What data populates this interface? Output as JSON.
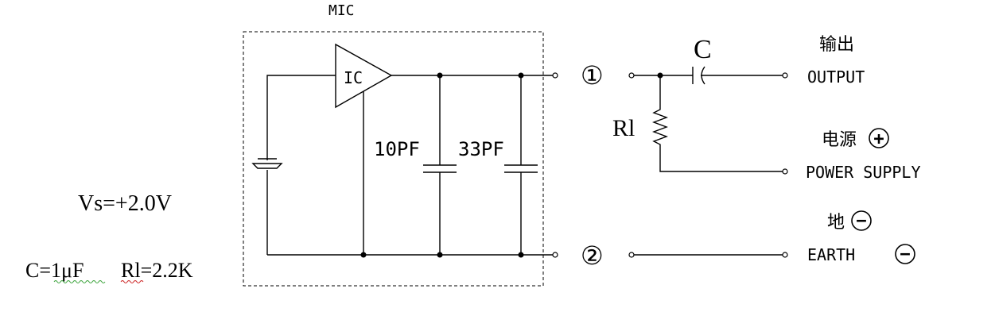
{
  "mic_label": "MIC",
  "ic_label": "IC",
  "cap1_label": "10PF",
  "cap2_label": "33PF",
  "pin1_label": "①",
  "pin2_label": "②",
  "coupling_cap_label": "C",
  "resistor_label": "Rl",
  "output": {
    "cn": "输出",
    "en": "OUTPUT"
  },
  "power": {
    "cn": "电源",
    "sign": "+",
    "en": "POWER SUPPLY"
  },
  "earth": {
    "cn": "地",
    "sign": "−",
    "en": "EARTH",
    "sign2": "−"
  },
  "vs_text": "Vs=+2.0V",
  "c_value": "C=1μF",
  "rl_value": "Rl=2.2K",
  "colors": {
    "spell_green": "#3aa33a",
    "spell_red": "#cc2222"
  }
}
